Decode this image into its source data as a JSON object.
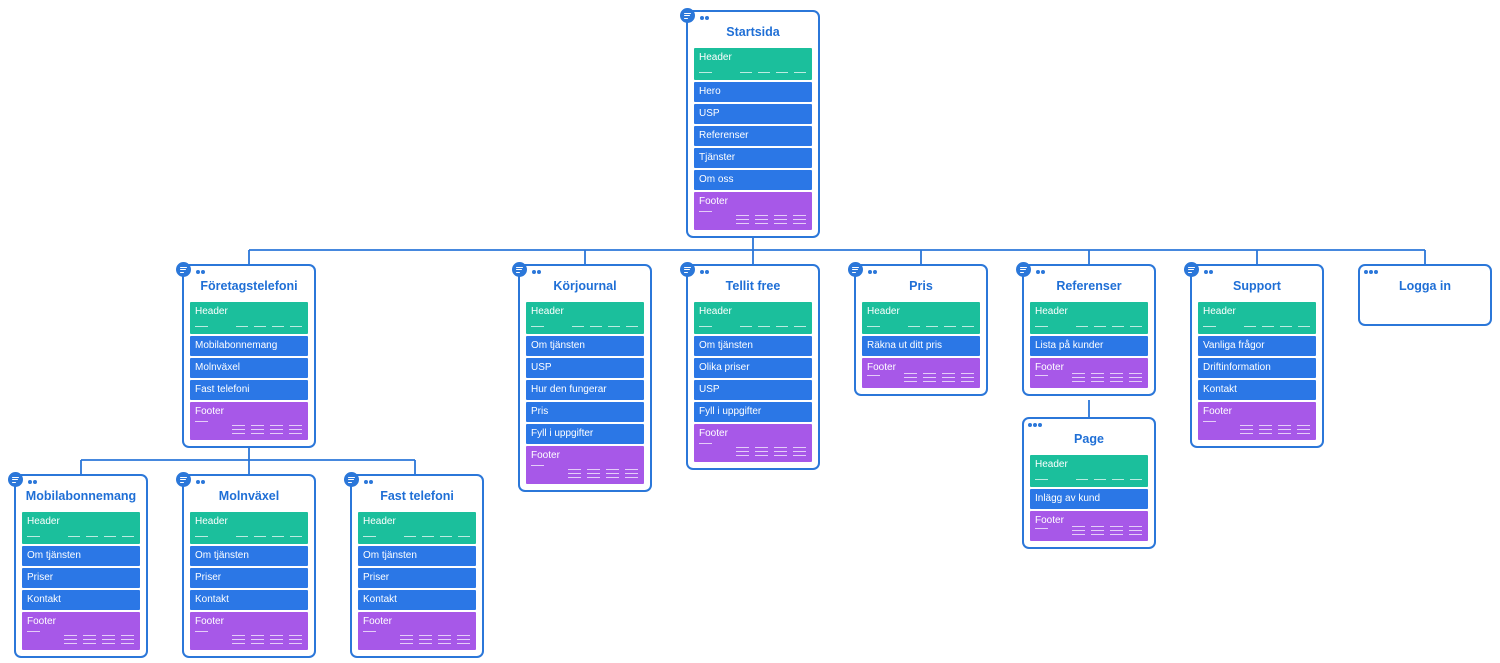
{
  "colors": {
    "outline": "#2b77d9",
    "title": "#1f6fd6",
    "header_section": "#1bbf9c",
    "body_section": "#2b77e6",
    "footer_section": "#a758e8"
  },
  "cards": {
    "startsida": {
      "title": "Startsida",
      "header": "Header",
      "items": [
        "Hero",
        "USP",
        "Referenser",
        "Tjänster",
        "Om oss"
      ],
      "footer": "Footer"
    },
    "foretagstelefoni": {
      "title": "Företagstelefoni",
      "header": "Header",
      "items": [
        "Mobilabonnemang",
        "Molnväxel",
        "Fast telefoni"
      ],
      "footer": "Footer"
    },
    "korjournal": {
      "title": "Körjournal",
      "header": "Header",
      "items": [
        "Om tjänsten",
        "USP",
        "Hur den fungerar",
        "Pris",
        "Fyll i uppgifter"
      ],
      "footer": "Footer"
    },
    "tellit_free": {
      "title": "Tellit free",
      "header": "Header",
      "items": [
        "Om tjänsten",
        "Olika priser",
        "USP",
        "Fyll i uppgifter"
      ],
      "footer": "Footer"
    },
    "pris": {
      "title": "Pris",
      "header": "Header",
      "items": [
        "Räkna ut ditt pris"
      ],
      "footer": "Footer"
    },
    "referenser": {
      "title": "Referenser",
      "header": "Header",
      "items": [
        "Lista på kunder"
      ],
      "footer": "Footer"
    },
    "support": {
      "title": "Support",
      "header": "Header",
      "items": [
        "Vanliga frågor",
        "Driftinformation",
        "Kontakt"
      ],
      "footer": "Footer"
    },
    "logga_in": {
      "title": "Logga in"
    },
    "page": {
      "title": "Page",
      "header": "Header",
      "items": [
        "Inlägg av kund"
      ],
      "footer": "Footer"
    },
    "mobilabonnemang": {
      "title": "Mobilabonnemang",
      "header": "Header",
      "items": [
        "Om tjänsten",
        "Priser",
        "Kontakt"
      ],
      "footer": "Footer"
    },
    "molnvaxel": {
      "title": "Molnväxel",
      "header": "Header",
      "items": [
        "Om tjänsten",
        "Priser",
        "Kontakt"
      ],
      "footer": "Footer"
    },
    "fast_telefoni": {
      "title": "Fast telefoni",
      "header": "Header",
      "items": [
        "Om tjänsten",
        "Priser",
        "Kontakt"
      ],
      "footer": "Footer"
    }
  }
}
